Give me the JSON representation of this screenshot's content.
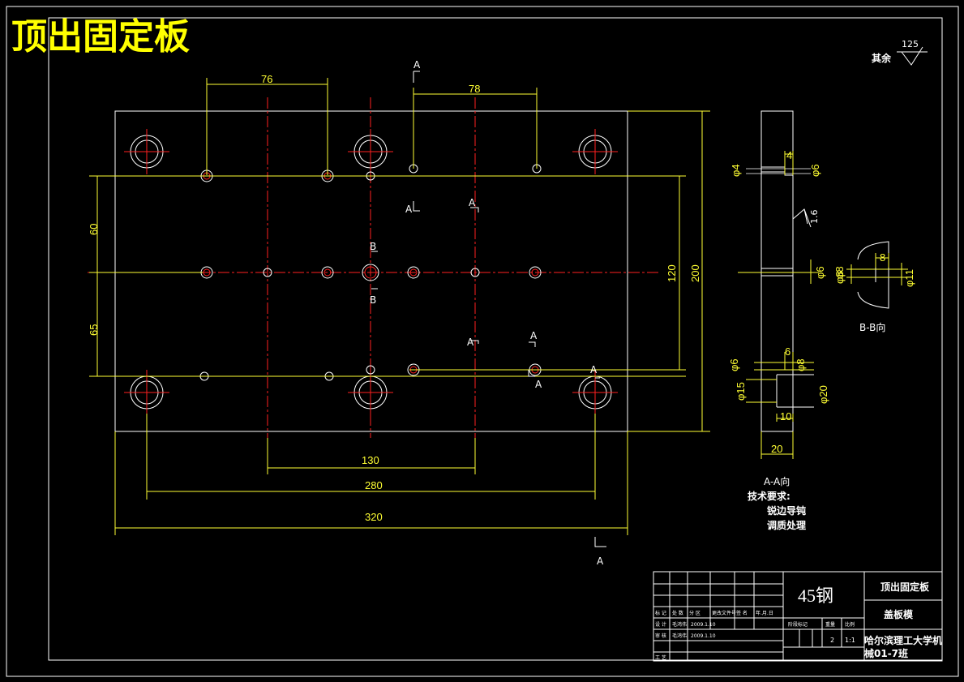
{
  "drawing": {
    "title": "顶出固定板",
    "surface_finish": {
      "label": "其余",
      "value": "125"
    },
    "surface_finish_side": "1.6",
    "dimensions_main": {
      "d76": "76",
      "d78": "78",
      "d60": "60",
      "d65": "65",
      "d120": "120",
      "d200": "200",
      "d130": "130",
      "d280": "280",
      "d320": "320"
    },
    "section_marks": {
      "a": "A",
      "b": "B"
    },
    "side_view": {
      "d4": "4",
      "phi4": "φ4",
      "phi6": "φ6",
      "phi6b": "φ6",
      "phi8": "φ8",
      "phi6c": "φ6",
      "d6": "6",
      "phi8b": "φ8",
      "phi15": "φ15",
      "phi20": "φ20",
      "d10": "10",
      "d20": "20",
      "caption": "A-A向"
    },
    "detail_b": {
      "d8": "8",
      "phi8": "φ8",
      "phi11": "φ11",
      "caption": "B-B向"
    },
    "tech": {
      "heading": "技术要求:",
      "line1": "锐边导钝",
      "line2": "调质处理"
    },
    "title_block": {
      "material": "45钢",
      "part_name": "顶出固定板",
      "assembly": "盖板模",
      "headers": [
        "标 记",
        "处 数",
        "分 区",
        "更改文件号",
        "签 名",
        "年.月.日"
      ],
      "row_design": [
        "设 计",
        "毛鸿伟",
        "2009.1.10"
      ],
      "row_review": [
        "审 核",
        "毛鸿伟",
        "2009.1.10"
      ],
      "row_craft": [
        "工 艺"
      ],
      "stage_label": "阶段标记",
      "weight_label": "重量",
      "scale_label": "比例",
      "quantity": "2",
      "scale": "1:1",
      "school": "哈尔滨理工大学机",
      "class": "械01-7班"
    }
  }
}
